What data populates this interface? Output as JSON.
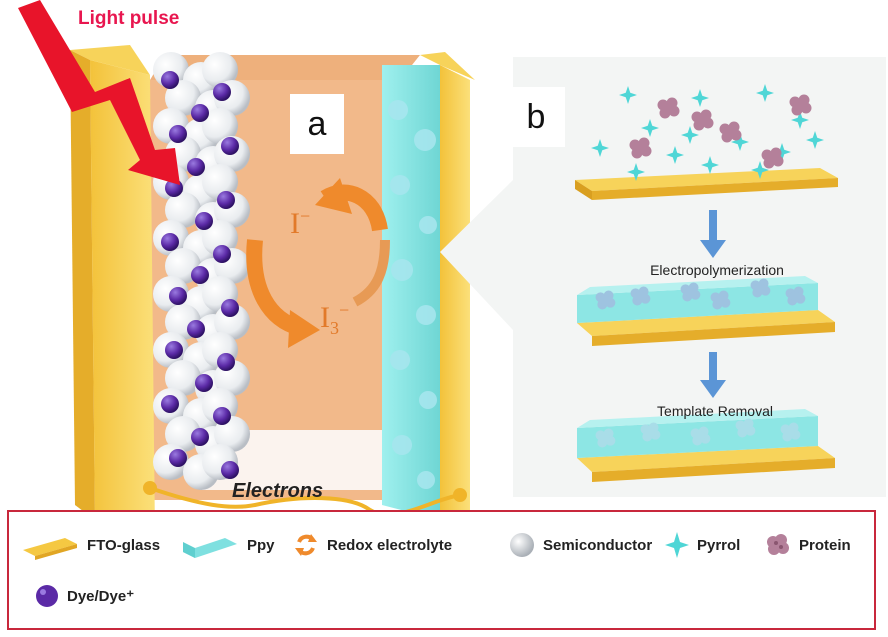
{
  "labels": {
    "light_pulse": "Light pulse",
    "panel_a": "a",
    "panel_b": "b",
    "iodide": "I",
    "iodide_sup": "−",
    "triiodide": "I",
    "triiodide_sub": "3",
    "triiodide_sup": "−",
    "electrons": "Electrons",
    "step1": "Electropolymerization",
    "step2": "Template Removal"
  },
  "legend": {
    "fto_glass": "FTO-glass",
    "ppy": "Ppy",
    "redox": "Redox electrolyte",
    "semiconductor": "Semiconductor",
    "pyrrol": "Pyrrol",
    "protein": "Protein",
    "dye": "Dye/Dye⁺"
  },
  "colors": {
    "fto": "#f5c842",
    "ppy": "#7fe0e0",
    "electrolyte": "#f2b98a",
    "redox_arrow": "#ef8a2c",
    "dye": "#5b2aa6",
    "pyrrol": "#4fd6d6",
    "protein": "#b4809a",
    "light": "#e8142a",
    "legend_border": "#c8283c"
  }
}
